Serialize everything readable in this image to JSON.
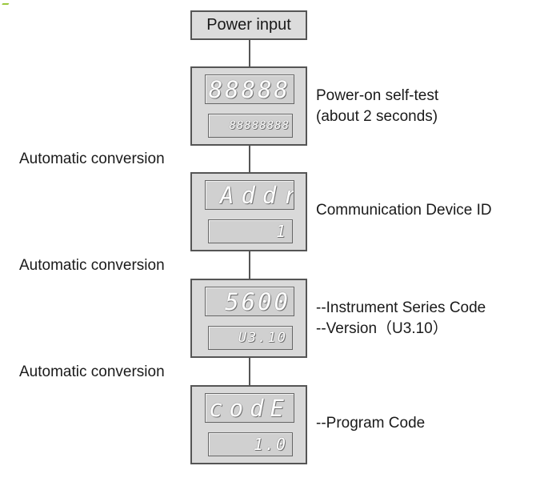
{
  "power_input": "Power input",
  "conversion_label": "Automatic conversion",
  "panels": [
    {
      "top_display": "88888",
      "bottom_display": "88888888",
      "description": [
        "Power-on self-test",
        "(about 2 seconds)"
      ]
    },
    {
      "top_display": "Addr",
      "bottom_display": "1",
      "description": [
        "Communication Device ID"
      ]
    },
    {
      "top_display": "5600",
      "bottom_display": "U3.10",
      "description": [
        "--Instrument Series Code",
        "--Version（U3.10）"
      ]
    },
    {
      "top_display": "codE",
      "bottom_display": "1.0",
      "description": [
        "--Program Code"
      ]
    }
  ],
  "colors": {
    "box_fill": "#d9d9d9",
    "border": "#555555",
    "display_text": "#ffffff",
    "accent_tick": "#9ac83c"
  }
}
